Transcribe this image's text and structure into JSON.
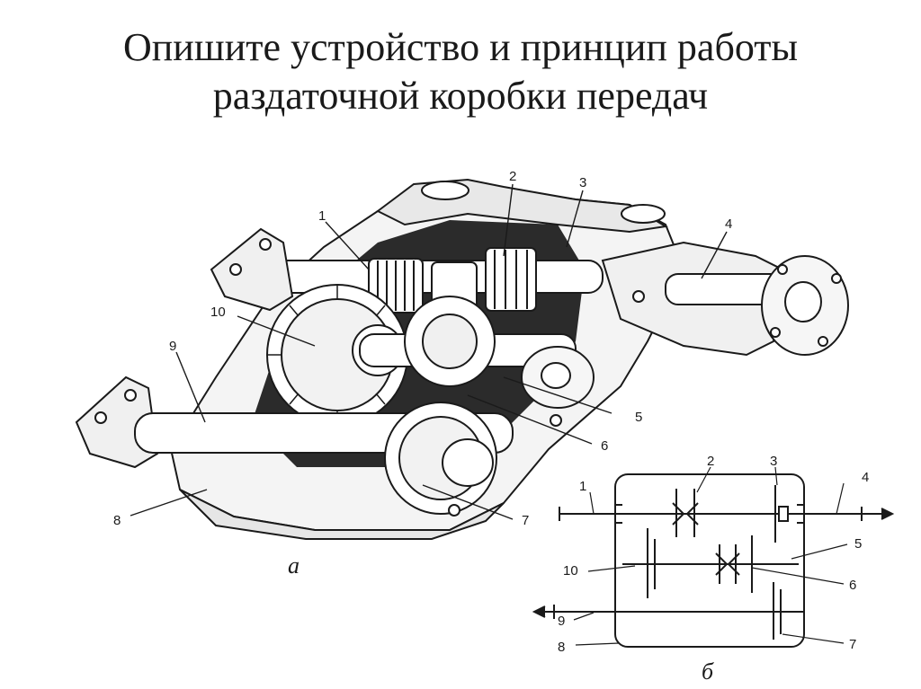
{
  "slide": {
    "title_line1": "Опишите устройство и принцип работы",
    "title_line2": "раздаточной коробки передач"
  },
  "illustration": {
    "caption": "а",
    "callouts": [
      "1",
      "2",
      "3",
      "4",
      "5",
      "6",
      "7",
      "8",
      "9",
      "10"
    ]
  },
  "schematic": {
    "caption": "б",
    "callouts": [
      "1",
      "2",
      "3",
      "4",
      "5",
      "6",
      "7",
      "8",
      "9",
      "10"
    ]
  },
  "colors": {
    "ink": "#1a1a1a",
    "paper": "#ffffff",
    "shade": "#2b2b2b"
  }
}
